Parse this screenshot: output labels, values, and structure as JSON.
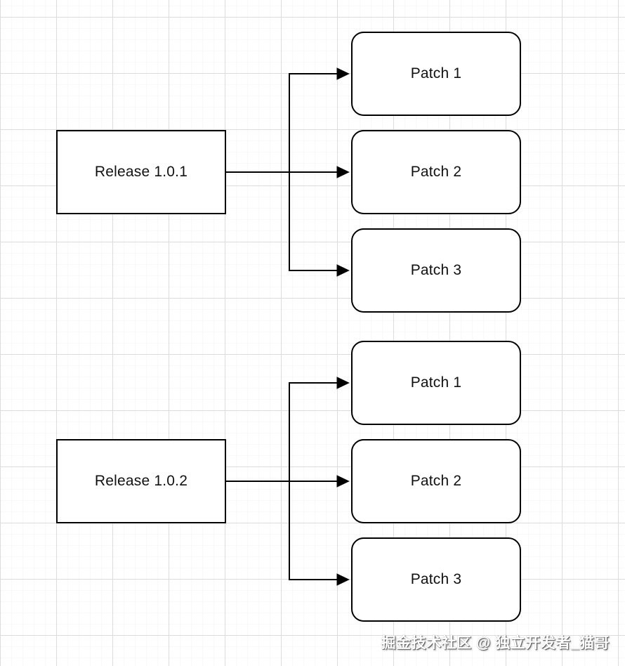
{
  "diagram": {
    "groups": [
      {
        "release": {
          "label": "Release 1.0.1"
        },
        "patches": [
          {
            "label": "Patch 1"
          },
          {
            "label": "Patch 2"
          },
          {
            "label": "Patch 3"
          }
        ]
      },
      {
        "release": {
          "label": "Release 1.0.2"
        },
        "patches": [
          {
            "label": "Patch 1"
          },
          {
            "label": "Patch 2"
          },
          {
            "label": "Patch 3"
          }
        ]
      }
    ],
    "colors": {
      "line": "#000000",
      "node_border": "#000000",
      "node_fill": "#ffffff",
      "grid_major": "#e2e2e2",
      "background": "#ffffff"
    }
  },
  "watermark": {
    "text": "掘金技术社区 @ 独立开发者_猫哥"
  }
}
